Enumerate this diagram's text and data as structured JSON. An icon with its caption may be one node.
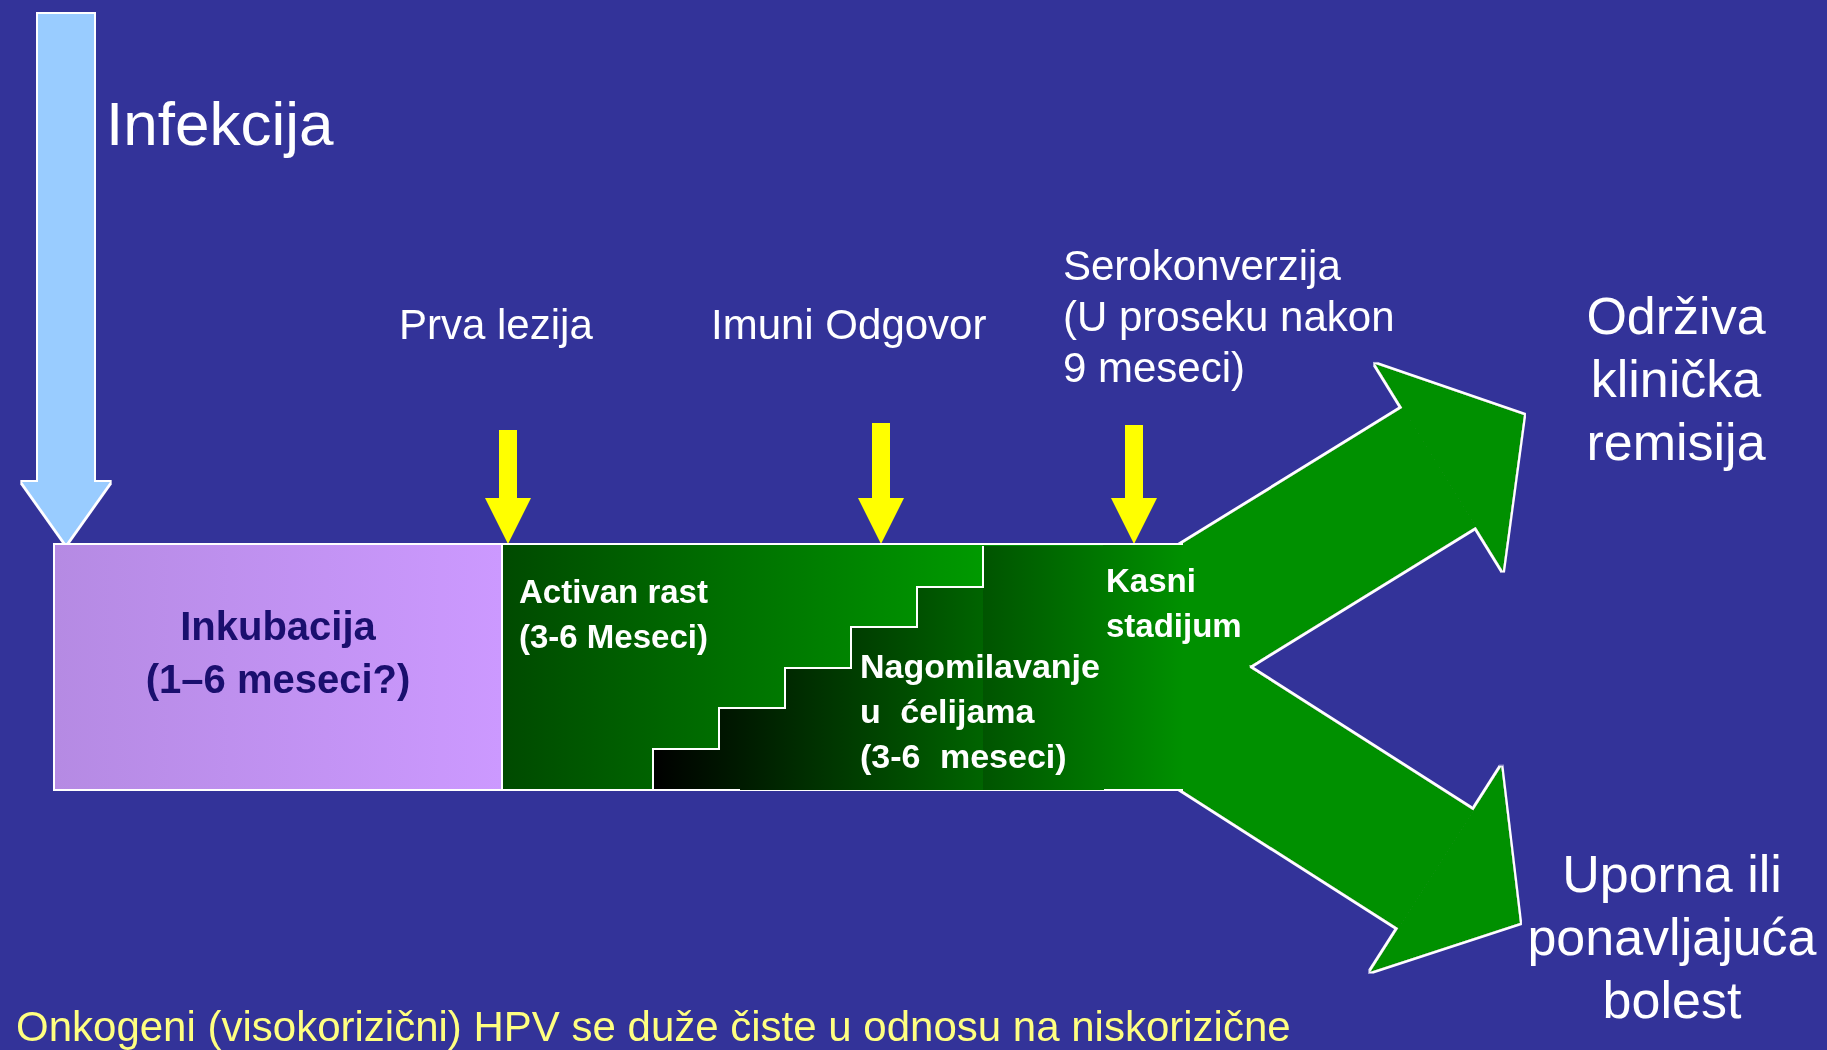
{
  "diagram": {
    "nodes": [
      {
        "text": [
          "Inkubacija (1–6 meseci?)"
        ]
      },
      {
        "text": [
          "Activan rast (3-6 Meseci)"
        ]
      },
      {
        "text": [
          "Nagomilavanje u ćelijama (3-6 meseci)"
        ],
        "in": 1
      },
      {
        "text": [
          "Kasni stadijum"
        ],
        "in": 1
      },
      {
        "text": [
          "Održiva klinička remisija"
        ]
      },
      {
        "text": [
          "Uporna ili ponavljajuća bolest"
        ]
      }
    ],
    "edges": [
      {
        "from": null,
        "to": 0,
        "arrow": "to",
        "color": "#99ccff"
      },
      {
        "from": null,
        "to": 1,
        "arrow": "to"
      },
      {
        "from": null,
        "to": 1,
        "arrow": "to"
      },
      {
        "from": null,
        "to": 3,
        "arrow": "to"
      },
      {
        "from": 1,
        "to": 4,
        "arrow": "to",
        "color": "#009000"
      },
      {
        "from": 1,
        "to": 5,
        "arrow": "to",
        "color": "#009000"
      }
    ],
    "labels": [
      "Infekcija",
      "Prva lezija",
      "Imuni Odgovor",
      "Serokonverzija (U proseku nakon 9 meseci)",
      "Onkogeni (visokorizični) HPV se duže čiste u odnosu na niskorizične"
    ]
  }
}
